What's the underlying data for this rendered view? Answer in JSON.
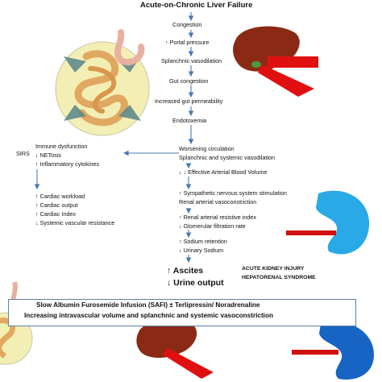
{
  "title": "Acute-on-Chronic Liver Failure",
  "cascade": {
    "congestion": "Congestion",
    "portal_pressure": "↑ Portal pressure",
    "splanchnic": "Splanchnic vasodilation",
    "gut_congestion": "Gut congestion",
    "gut_permeability": "Increased gut permeability",
    "endotoxemia": "Endotoxemia",
    "worsening": "Worsening circulation",
    "splanchnic_systemic": "Splanchnic and systemic vasodilation",
    "eabv": "↓ ↓ Effective Arterial Blood Volume",
    "sns": "↑ Sympathetic nervous system stimulation",
    "renal_vaso": "Renal arterial vasoconstriction",
    "renal_ri": "↑ Renal arterial resistive index",
    "gfr": "↓ Glomerular filtration rate",
    "sodium_ret": "↑ Sodium retention",
    "urinary_na": "↓ Urinary Sodium",
    "ascites": "↑ Ascites",
    "urine": "↓ Urine output"
  },
  "sirs": {
    "label": "SIRS",
    "immune": "Immune dysfunction",
    "netosis": "↓ NETosis",
    "cytokines": "↑ Inflammatory cytokines"
  },
  "cardiac": {
    "workload": "↑ Cardiac workload",
    "output": "↑ Cardiac output",
    "index": "↑ Cardiac Index",
    "svr": "↓ Systemic vascular resistance"
  },
  "aki": {
    "line1": "ACUTE KIDNEY INJURY",
    "line2": "HEPATORENAL SYNDROME"
  },
  "therapy": {
    "line1": "Slow Albumin Furosemide Infusion (SAFI) ± Terlipressin/ Noradrenaline",
    "line2": "Increasing intravascular volume and splanchnic and systemic vasoconstriction"
  },
  "colors": {
    "arrow": "#4a78b0",
    "liver": "#8b2a14",
    "vessel": "#e01010",
    "kidney_light": "#29a9e6",
    "kidney_dark": "#1764c4",
    "gut": "#e0a860",
    "gut_bg": "#f3efb4"
  },
  "icons": [
    "liver-icon",
    "kidney-icon",
    "intestine-icon",
    "stomach-icon"
  ]
}
